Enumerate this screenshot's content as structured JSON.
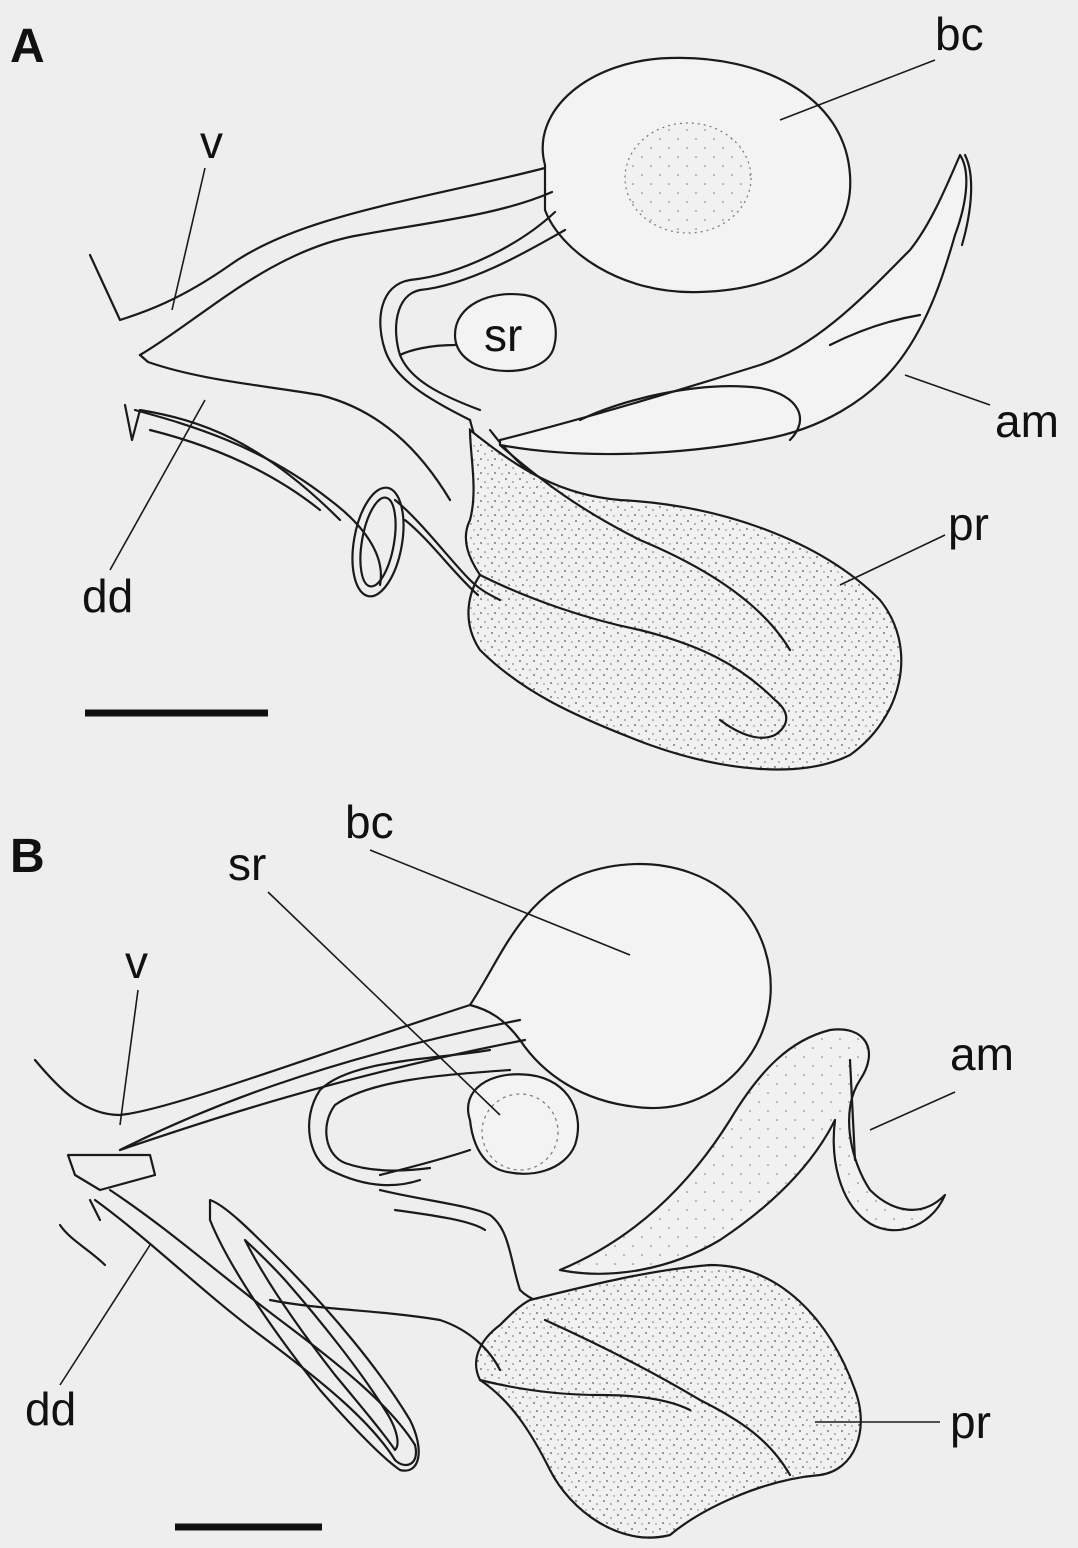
{
  "figure": {
    "panels": [
      {
        "id": "A",
        "labels": {
          "bc": "bc",
          "v": "v",
          "sr": "sr",
          "am": "am",
          "pr": "pr",
          "dd": "dd"
        }
      },
      {
        "id": "B",
        "labels": {
          "bc": "bc",
          "v": "v",
          "sr": "sr",
          "am": "am",
          "pr": "pr",
          "dd": "dd"
        }
      }
    ]
  },
  "colors": {
    "background": "#eeeeee",
    "line": "#1a1a1a"
  }
}
